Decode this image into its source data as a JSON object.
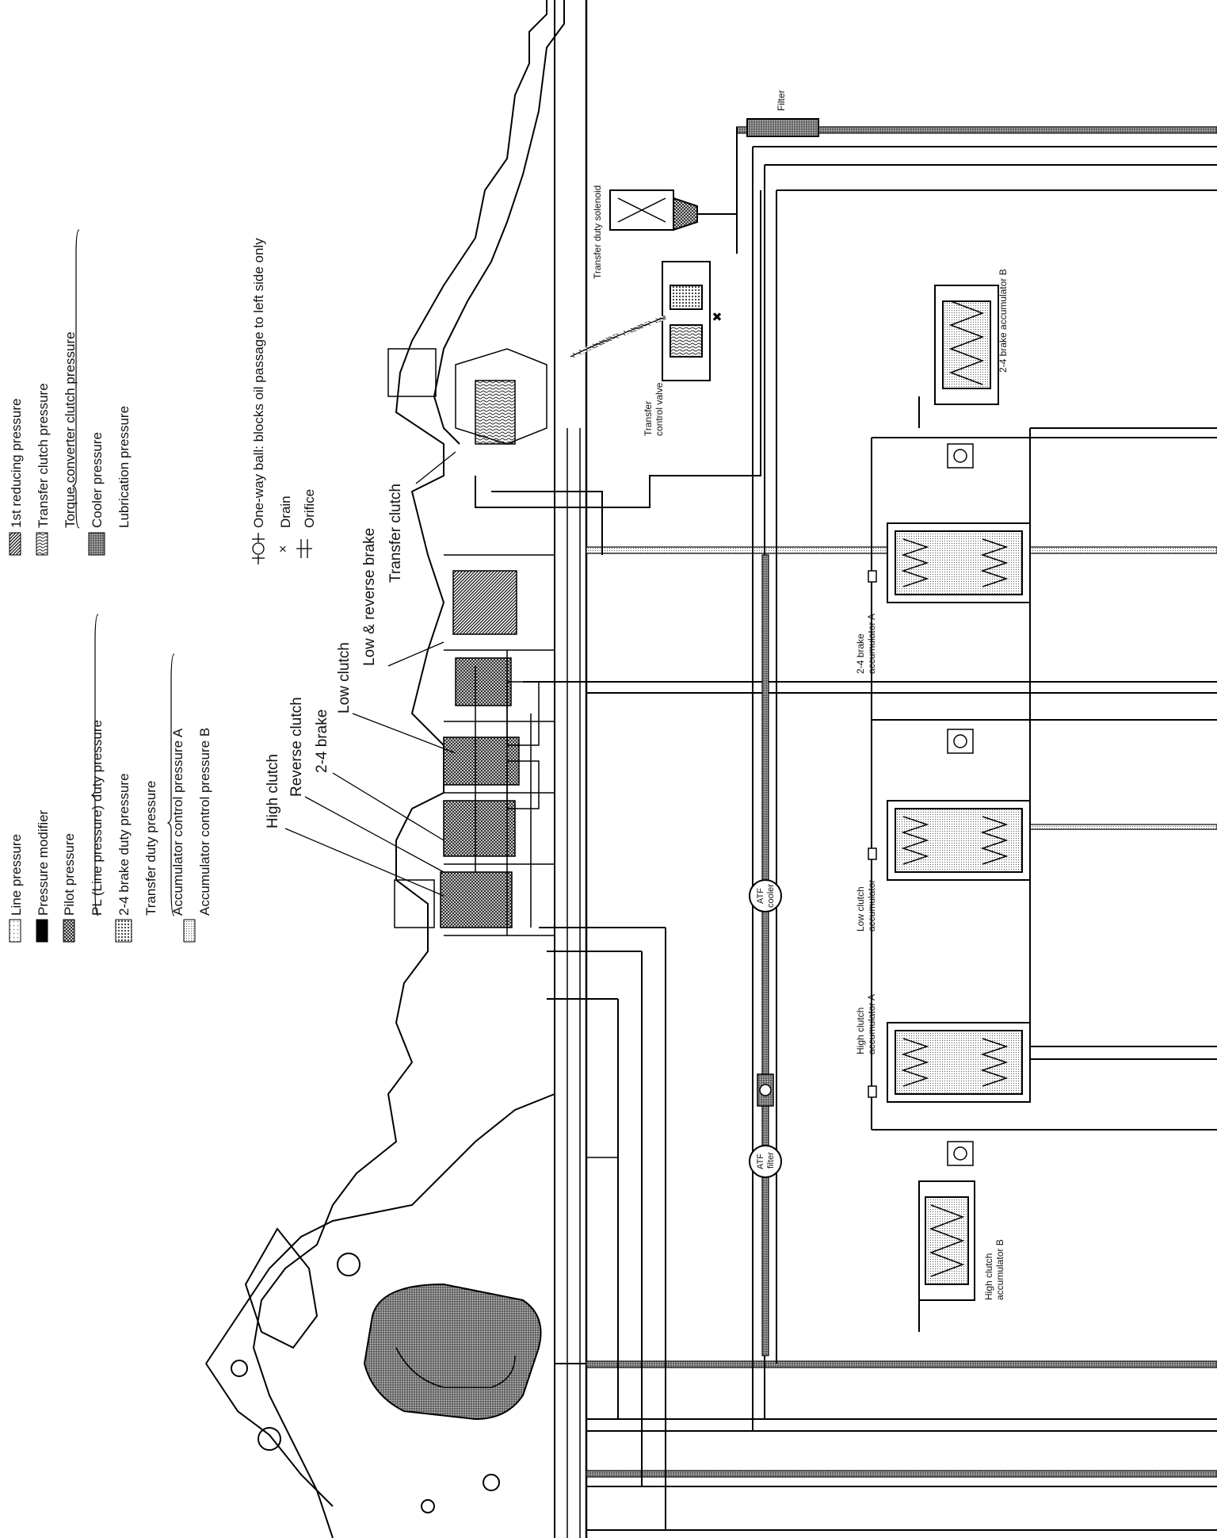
{
  "legend_left": [
    {
      "label": "Line pressure",
      "pattern": "dots-light"
    },
    {
      "label": "Pressure modifier",
      "pattern": "solid-black"
    },
    {
      "label": "Pilot pressure",
      "pattern": "cross-hatch"
    },
    {
      "label": "PL (Line pressure) duty pressure",
      "pattern": "dots-coarse"
    },
    {
      "label": "2-4 brake duty pressure",
      "pattern": "dots-coarse"
    },
    {
      "label": "Transfer duty pressure",
      "pattern": "dots-coarse"
    },
    {
      "label": "Accumulator control pressure A",
      "pattern": "dots-fine"
    },
    {
      "label": "Accumulator control pressure B",
      "pattern": "dots-fine"
    }
  ],
  "legend_right": [
    {
      "label": "1st reducing pressure",
      "pattern": "diagonal"
    },
    {
      "label": "Transfer clutch pressure",
      "pattern": "wavy"
    },
    {
      "label": "Torque converter clutch pressure",
      "pattern": "dark-stipple"
    },
    {
      "label": "Cooler pressure",
      "pattern": "dark-stipple"
    },
    {
      "label": "Lubrication pressure",
      "pattern": "dark-stipple"
    }
  ],
  "symbols": {
    "one_way_ball": "One-way ball: blocks oil passage to left side only",
    "drain": "Drain",
    "drain_mark": "×",
    "orifice": "Orifice"
  },
  "components": {
    "high_clutch": "High clutch",
    "reverse_clutch": "Reverse clutch",
    "brake_24": "2-4 brake",
    "low_clutch": "Low clutch",
    "low_reverse_brake": "Low & reverse brake",
    "transfer_clutch": "Transfer clutch",
    "transfer_control_valve_1": "Transfer",
    "transfer_control_valve_2": "control valve",
    "transfer_duty_solenoid": "Transfer duty solenoid",
    "filter": "Filter",
    "brake_acc_b": "2-4 brake accumulator B",
    "brake_acc_a_1": "2-4 brake",
    "brake_acc_a_2": "accumulator A",
    "low_acc_1": "Low clutch",
    "low_acc_2": "accumulator",
    "high_acc_a_1": "High clutch",
    "high_acc_a_2": "accumulator A",
    "high_acc_b_1": "High clutch",
    "high_acc_b_2": "accumulator B",
    "atf_cooler_1": "ATF",
    "atf_cooler_2": "cooler",
    "atf_filter_1": "ATF",
    "atf_filter_2": "filter"
  }
}
